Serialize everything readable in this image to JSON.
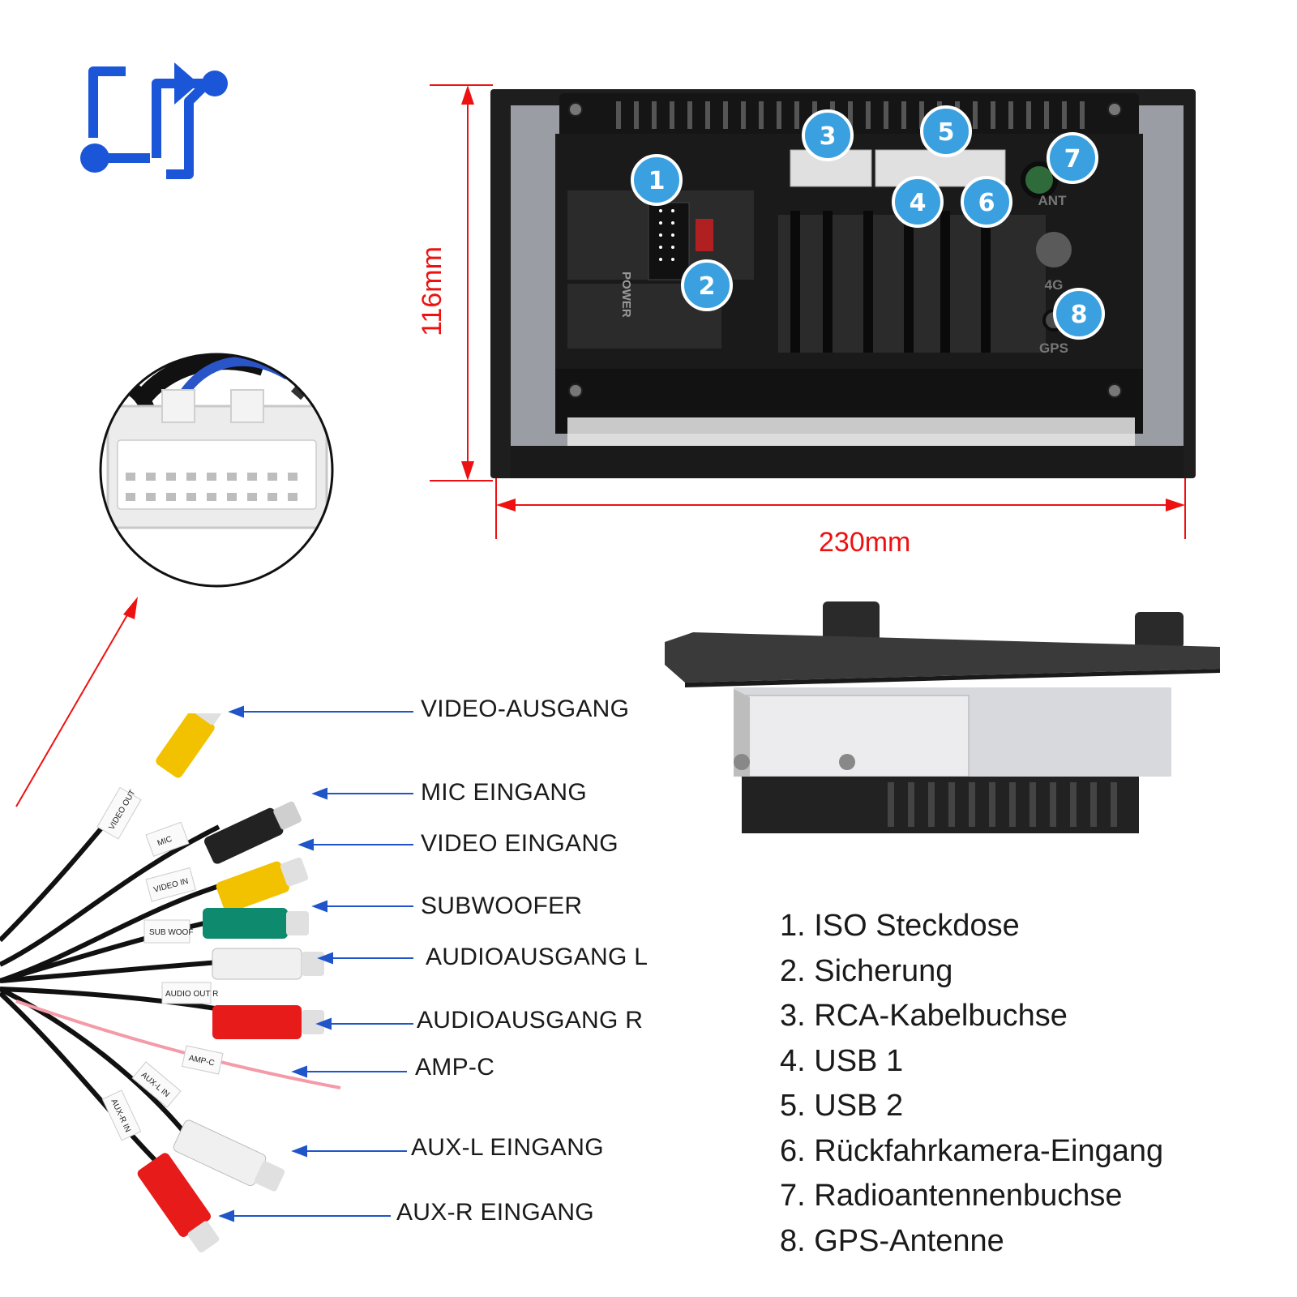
{
  "dimensions": {
    "height": "116mm",
    "width": "230mm"
  },
  "unit_labels": {
    "power": "POWER",
    "ant": "ANT",
    "lte": "4G",
    "gps": "GPS"
  },
  "port_numbers": [
    "1",
    "2",
    "3",
    "4",
    "5",
    "6",
    "7",
    "8"
  ],
  "cable_labels": [
    "VIDEO-AUSGANG",
    "MIC EINGANG",
    "VIDEO EINGANG",
    "SUBWOOFER",
    "AUDIOAUSGANG L",
    "AUDIOAUSGANG R",
    "AMP-C",
    "AUX-L EINGANG",
    "AUX-R EINGANG"
  ],
  "cable_tags": [
    "VIDEO OUT",
    "MIC",
    "VIDEO IN",
    "SUB WOOF",
    "AUDIO OUT R",
    "AMP-C",
    "AUX-L IN",
    "AUX-R IN"
  ],
  "legend": [
    "1. ISO Steckdose",
    "2. Sicherung",
    "3. RCA-Kabelbuchse",
    "4. USB 1",
    "5. USB 2",
    "6. Rückfahrkamera-Eingang",
    "7. Radioantennenbuchse",
    "8. GPS-Antenne"
  ],
  "colors": {
    "dimension_red": "#ee1111",
    "badge_blue": "#3aa0e0",
    "logo_blue": "#1c56d8",
    "pointer_blue": "#1f55c8",
    "rca_yellow": "#f2c200",
    "rca_green": "#0e8a6e",
    "rca_red": "#e81b1b",
    "rca_black": "#222222",
    "rca_white": "#f0f0f0"
  },
  "icons": [
    "logo-icon",
    "connector-closeup-icon"
  ]
}
